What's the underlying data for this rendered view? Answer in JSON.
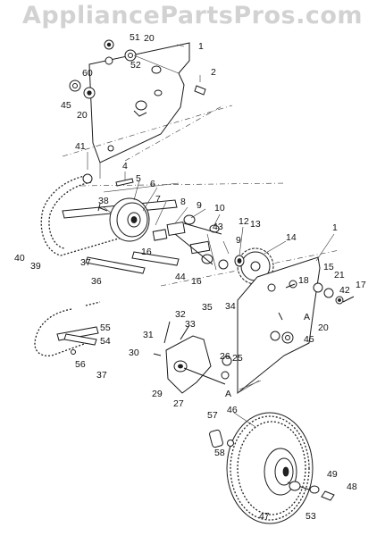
{
  "watermark": "AppliancePartsPros.com",
  "callouts": [
    "1",
    "2",
    "4",
    "5",
    "6",
    "7",
    "8",
    "9",
    "10",
    "12",
    "13",
    "14",
    "15",
    "16",
    "17",
    "18",
    "20",
    "21",
    "25",
    "26",
    "27",
    "29",
    "30",
    "31",
    "32",
    "33",
    "34",
    "35",
    "36",
    "37",
    "38",
    "39",
    "40",
    "41",
    "42",
    "43",
    "44",
    "45",
    "46",
    "47",
    "48",
    "49",
    "51",
    "52",
    "53",
    "54",
    "55",
    "56",
    "57",
    "58",
    "60",
    "A"
  ]
}
